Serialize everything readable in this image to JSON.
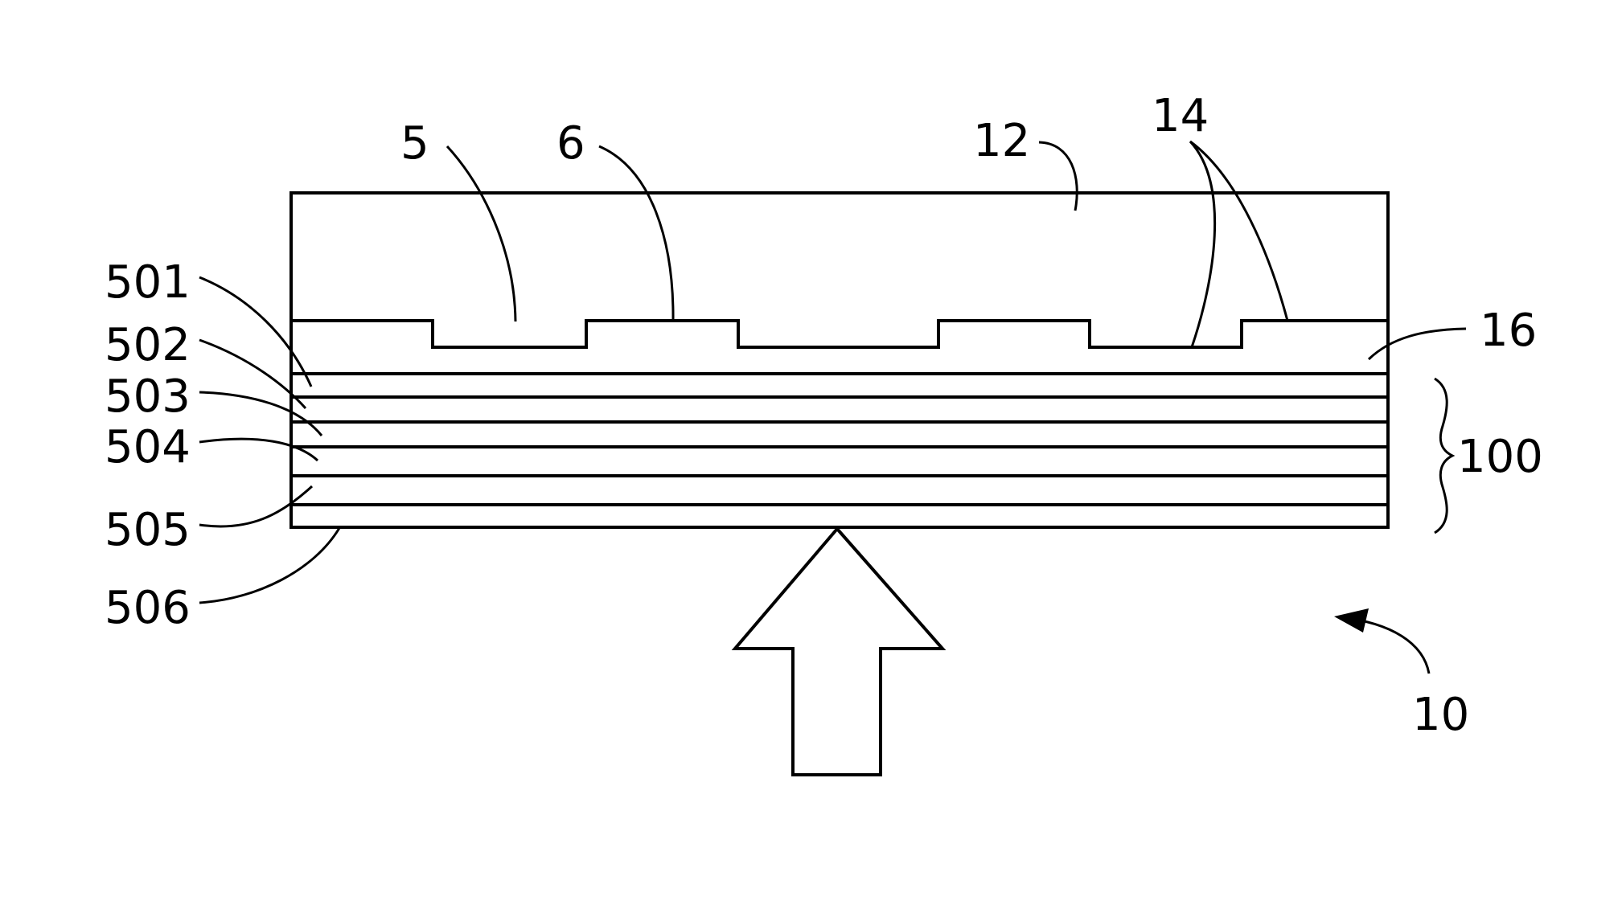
{
  "labels": {
    "l5": "5",
    "l6": "6",
    "l12": "12",
    "l14": "14",
    "l16": "16",
    "l501": "501",
    "l502": "502",
    "l503": "503",
    "l504": "504",
    "l505": "505",
    "l506": "506",
    "l100": "100",
    "l10": "10"
  }
}
